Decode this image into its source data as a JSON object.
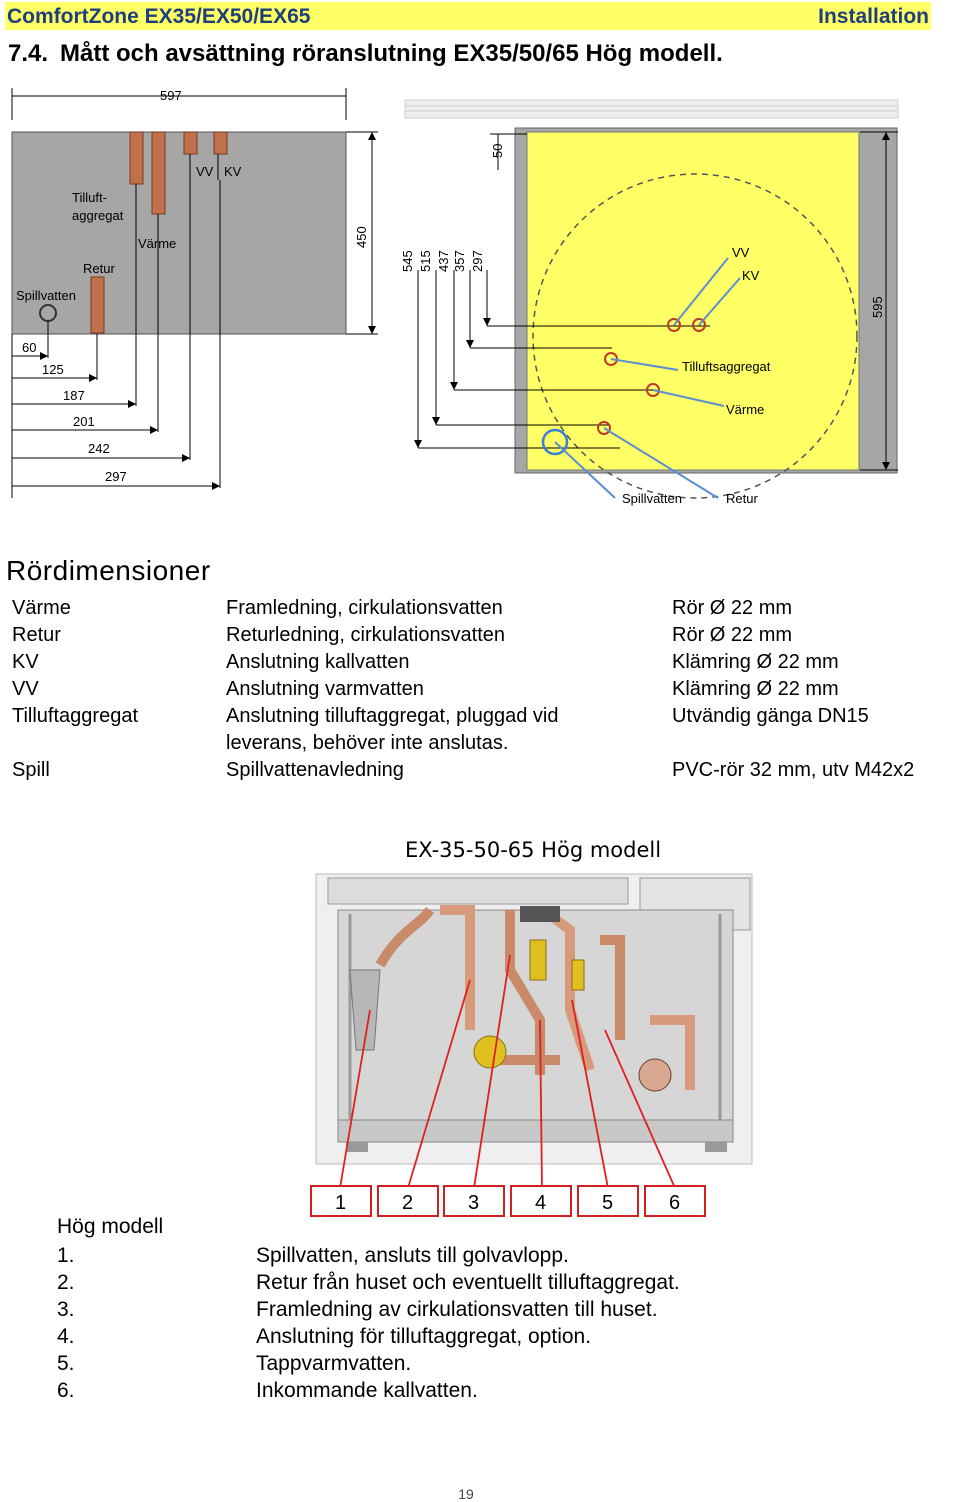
{
  "header": {
    "product": "ComfortZone EX35/EX50/EX65",
    "section": "Installation"
  },
  "section": {
    "number": "7.4.",
    "title": "Mått och avsättning röranslutning EX35/50/65 Hög modell."
  },
  "drawing": {
    "top_dim": "597",
    "labels": {
      "vv": "VV",
      "kv": "KV",
      "tilluft_line1": "Tilluft-",
      "tilluft_line2": "aggregat",
      "varme": "Värme",
      "retur": "Retur",
      "spillvatten": "Spillvatten",
      "height_450": "450",
      "height_50": "50"
    },
    "bottom_dims": [
      "60",
      "125",
      "187",
      "201",
      "242",
      "297"
    ],
    "right_dims": [
      "545",
      "515",
      "437",
      "357",
      "297"
    ],
    "right_height": "595",
    "right_labels": {
      "vv": "VV",
      "kv": "KV",
      "tilluftsaggregat": "Tilluftsaggregat",
      "varme": "Värme",
      "spillvatten": "Spillvatten",
      "retur": "Retur"
    },
    "colors": {
      "panel_gray": "#a6a6a6",
      "yellow": "#ffff66",
      "pipe": "#c0704a",
      "circle_red": "#c0392b",
      "circle_blue": "#3a7fd5",
      "leader": "#5b8fd0"
    }
  },
  "rordimensioner": {
    "title": "Rördimensioner",
    "rows": [
      {
        "name": "Värme",
        "desc": "Framledning, cirkulationsvatten",
        "dim": "Rör Ø 22 mm",
        "desc2": ""
      },
      {
        "name": "Retur",
        "desc": "Returledning, cirkulationsvatten",
        "dim": "Rör Ø 22 mm",
        "desc2": ""
      },
      {
        "name": "KV",
        "desc": "Anslutning kallvatten",
        "dim": "Klämring Ø 22 mm",
        "desc2": ""
      },
      {
        "name": "VV",
        "desc": "Anslutning varmvatten",
        "dim": "Klämring Ø 22 mm",
        "desc2": ""
      },
      {
        "name": "Tilluftaggregat",
        "desc": "Anslutning tilluftaggregat, pluggad vid",
        "dim": "Utvändig gänga DN15",
        "desc2": "leverans, behöver inte anslutas."
      },
      {
        "name": "Spill",
        "desc": "Spillvattenavledning",
        "dim": "PVC-rör 32 mm, utv M42x2",
        "desc2": ""
      }
    ]
  },
  "photo": {
    "title": "EX-35-50-65 Hög modell",
    "callouts": [
      "1",
      "2",
      "3",
      "4",
      "5",
      "6"
    ]
  },
  "hog_modell": {
    "title": "Hög modell",
    "items": [
      {
        "num": "1.",
        "text": "Spillvatten, ansluts till golvavlopp."
      },
      {
        "num": "2.",
        "text": "Retur från huset och eventuellt tilluftaggregat."
      },
      {
        "num": "3.",
        "text": "Framledning av cirkulationsvatten till huset."
      },
      {
        "num": "4.",
        "text": "Anslutning för tilluftaggregat, option."
      },
      {
        "num": "5.",
        "text": "Tappvarmvatten."
      },
      {
        "num": "6.",
        "text": "Inkommande kallvatten."
      }
    ]
  },
  "page_number": "19"
}
